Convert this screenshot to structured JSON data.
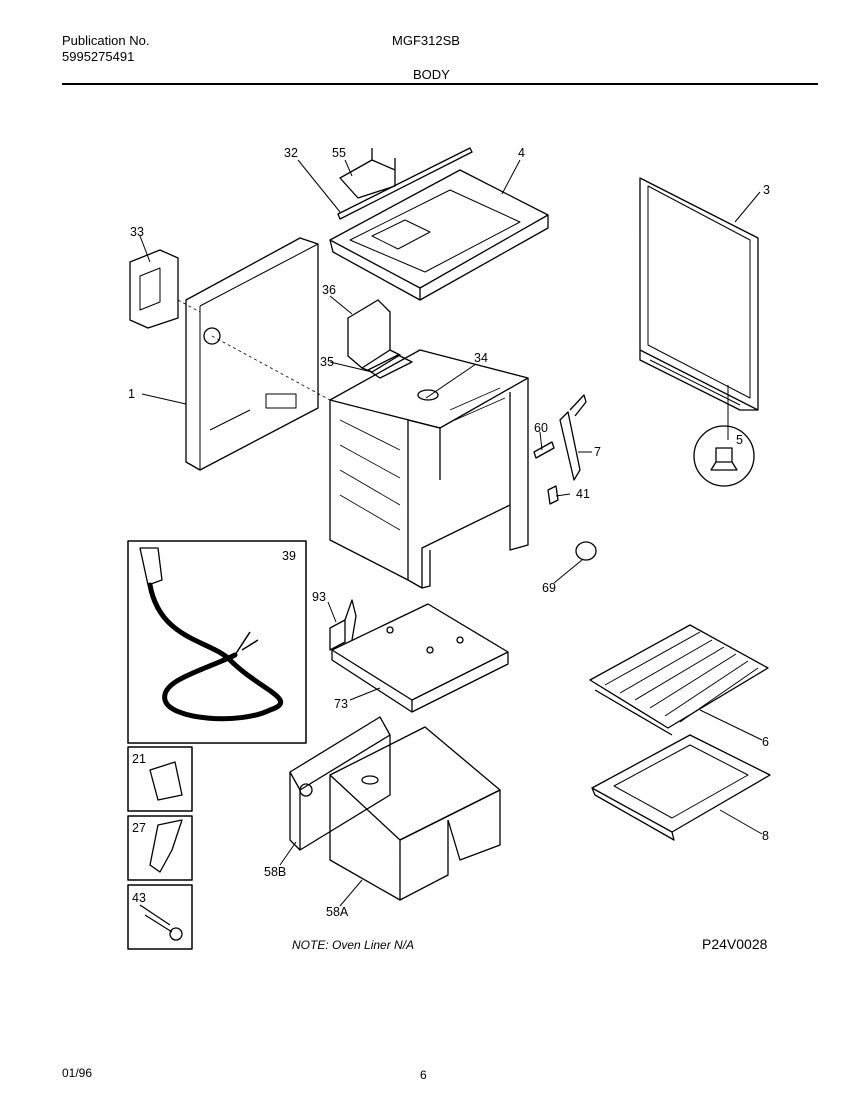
{
  "header": {
    "publication_label": "Publication No.",
    "publication_number": "5995275491",
    "model": "MGF312SB",
    "section": "BODY"
  },
  "parts": {
    "p1": "1",
    "p3": "3",
    "p4": "4",
    "p5": "5",
    "p6": "6",
    "p7": "7",
    "p8": "8",
    "p21": "21",
    "p27": "27",
    "p32": "32",
    "p33": "33",
    "p34": "34",
    "p35": "35",
    "p36": "36",
    "p39": "39",
    "p41": "41",
    "p43": "43",
    "p55": "55",
    "p58a": "58A",
    "p58b": "58B",
    "p60": "60",
    "p69": "69",
    "p73": "73",
    "p93": "93"
  },
  "footer": {
    "note": "NOTE: Oven Liner N/A",
    "diagram_code": "P24V0028",
    "date": "01/96",
    "page": "6"
  }
}
